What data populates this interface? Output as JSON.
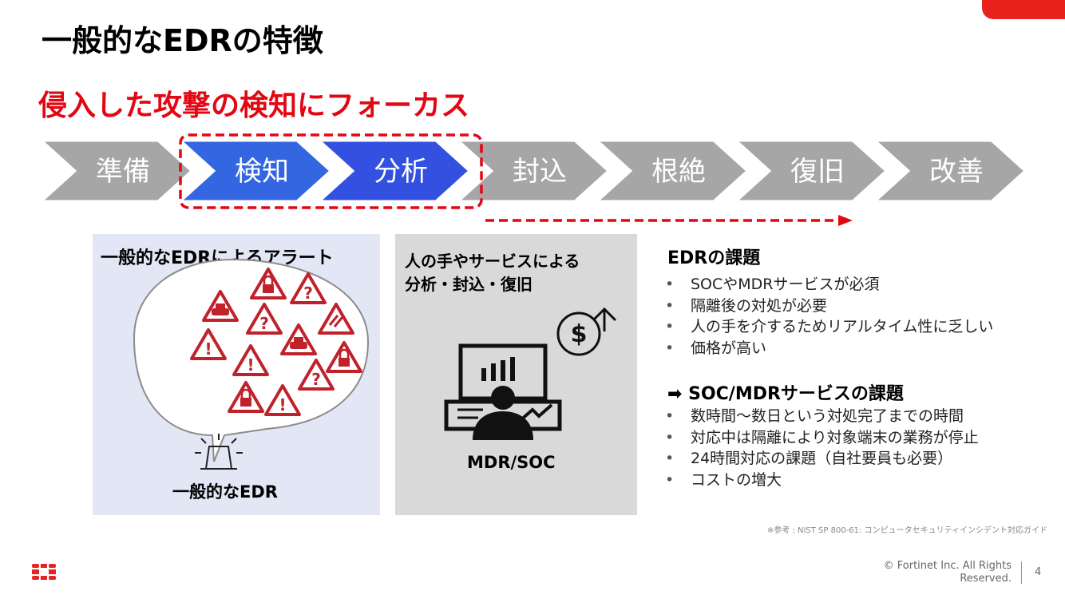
{
  "slide": {
    "title": "一般的なEDRの特徴",
    "subtitle": "侵入した攻撃の検知にフォーカス",
    "page_number": "4",
    "copyright_line1": "© Fortinet Inc. All Rights",
    "copyright_line2": "Reserved.",
    "footnote": "※参考 : NIST SP 800-61: コンピュータセキュリティインシデント対応ガイド"
  },
  "process": {
    "steps": [
      {
        "label": "準備",
        "color": "#a6a6a6"
      },
      {
        "label": "検知",
        "color": "#3366e0"
      },
      {
        "label": "分析",
        "color": "#3350e0"
      },
      {
        "label": "封込",
        "color": "#a6a6a6"
      },
      {
        "label": "根絶",
        "color": "#a6a6a6"
      },
      {
        "label": "復旧",
        "color": "#a6a6a6"
      },
      {
        "label": "改善",
        "color": "#a6a6a6"
      }
    ]
  },
  "alerts_panel": {
    "title": "一般的なEDRによるアラート",
    "caption": "一般的なEDR"
  },
  "mdr_panel": {
    "title_line1": "人の手やサービスによる",
    "title_line2": "分析・封込・復旧",
    "label": "MDR/SOC"
  },
  "issues_panel": {
    "edr_heading": "EDRの課題",
    "edr_items": [
      "SOCやMDRサービスが必須",
      "隔離後の対処が必要",
      "人の手を介するためリアルタイム性に乏しい",
      "価格が高い"
    ],
    "soc_heading": "➡ SOC/MDRサービスの課題",
    "soc_items": [
      "数時間〜数日という対処完了までの時間",
      "対応中は隔離により対象端末の業務が停止",
      "24時間対応の課題（自社要員も必要）",
      "コストの増大"
    ]
  },
  "colors": {
    "accent_red": "#e30613",
    "gray_step": "#a6a6a6",
    "blue_step": "#3366e0",
    "alerts_panel_bg": "#e2e6f5",
    "mdr_panel_bg": "#d9d9d9",
    "alert_icon": "#c0222c"
  }
}
